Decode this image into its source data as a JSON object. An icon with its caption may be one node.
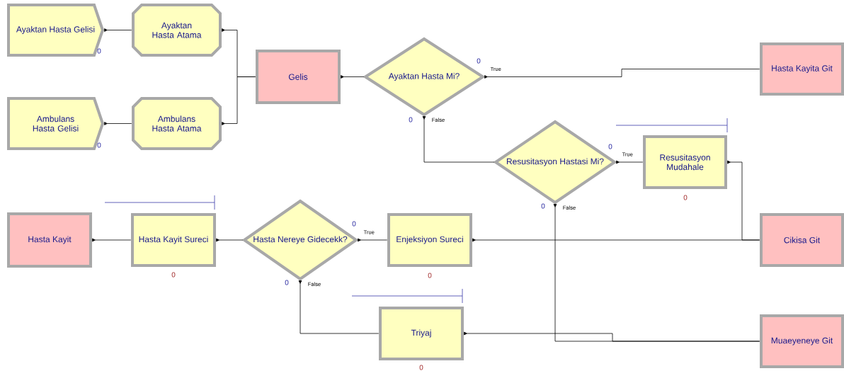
{
  "diagram": {
    "nodes": [
      {
        "text": [
          "Ayaktan Hasta Gelisi"
        ],
        "beside": [
          "0"
        ]
      },
      {
        "text": [
          "Ayaktan Hasta Atama"
        ]
      },
      {
        "text": [
          "Ambulans Hasta Gelisi"
        ],
        "beside": [
          "0"
        ]
      },
      {
        "text": [
          "Ambulans Hasta Atama"
        ]
      },
      {
        "text": [
          "Gelis"
        ]
      },
      {
        "text": [
          "Ayaktan Hasta Mi?"
        ],
        "beside": [
          "0",
          "0"
        ]
      },
      {
        "text": [
          "Hasta Kayita Git"
        ]
      },
      {
        "text": [
          "Resusitasyon Hastasi Mi?"
        ],
        "beside": [
          "0",
          "0"
        ]
      },
      {
        "text": [
          "Resusitasyon Mudahale"
        ],
        "beside": [
          "0"
        ]
      },
      {
        "text": [
          "Hasta Kayit"
        ]
      },
      {
        "text": [
          "Hasta Kayit Sureci"
        ],
        "beside": [
          "0"
        ]
      },
      {
        "text": [
          "Hasta Nereye Gidecekk?"
        ],
        "beside": [
          "0",
          "0"
        ]
      },
      {
        "text": [
          "Enjeksiyon Sureci"
        ],
        "beside": [
          "0"
        ]
      },
      {
        "text": [
          "Cikisa Git"
        ]
      },
      {
        "text": [
          "Triyaj"
        ],
        "beside": [
          "0"
        ]
      },
      {
        "text": [
          "Muaeyeneye Git"
        ]
      }
    ],
    "edges": [
      {
        "from": 0,
        "to": 1,
        "arrow": "other"
      },
      {
        "from": 2,
        "to": 3,
        "arrow": "other"
      },
      {
        "from": 1,
        "to": 4,
        "arrow": "other"
      },
      {
        "from": 3,
        "to": 4,
        "arrow": "other"
      },
      {
        "from": 4,
        "to": 5,
        "arrow": "other"
      },
      {
        "from": 5,
        "to": 6,
        "arrow": "other",
        "label": "True"
      },
      {
        "from": 5,
        "to": 7,
        "arrow": "other",
        "label": "False"
      },
      {
        "from": 7,
        "to": 8,
        "arrow": "other",
        "label": "True"
      },
      {
        "from": 7,
        "to": 15,
        "arrow": "other",
        "label": "False"
      },
      {
        "from": 8,
        "to": 13,
        "arrow": "other"
      },
      {
        "from": 9,
        "to": 10,
        "arrow": "other"
      },
      {
        "from": 10,
        "to": 11,
        "arrow": "other"
      },
      {
        "from": 11,
        "to": 12,
        "arrow": "other",
        "label": "True"
      },
      {
        "from": 11,
        "to": 14,
        "arrow": "other",
        "label": "False"
      },
      {
        "from": 12,
        "to": 13,
        "arrow": "other"
      },
      {
        "from": 14,
        "to": 15,
        "arrow": "other"
      }
    ]
  }
}
